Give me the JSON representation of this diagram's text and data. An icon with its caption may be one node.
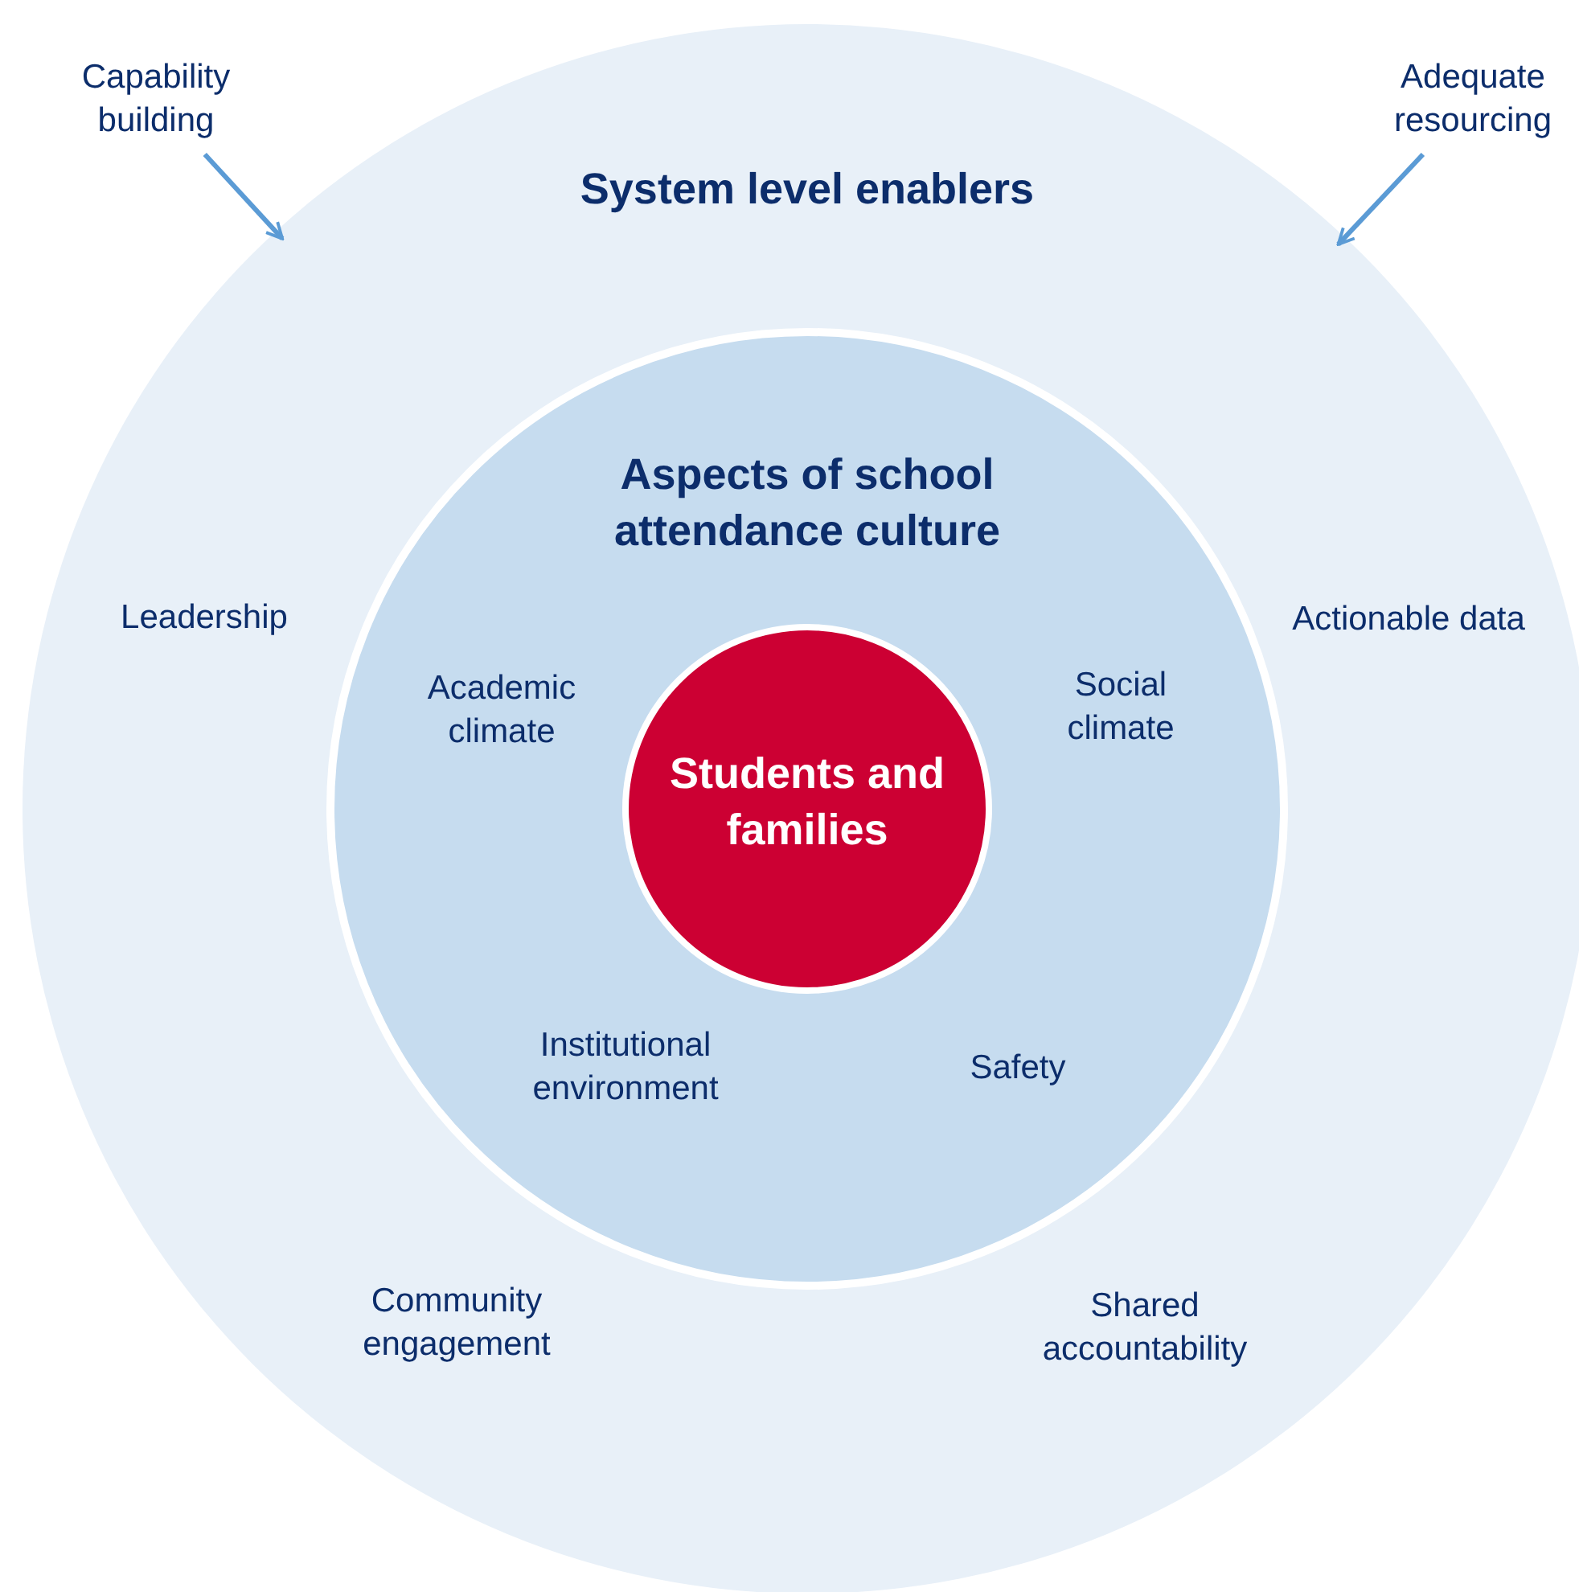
{
  "diagram": {
    "nodes": [
      {
        "text": [
          "System level enablers",
          "Leadership",
          "Actionable data",
          "Community engagement",
          "Shared accountability"
        ]
      },
      {
        "text": [
          "Aspects of school attendance culture",
          "Academic climate",
          "Social climate",
          "Institutional environment",
          "Safety"
        ],
        "in": 0
      },
      {
        "text": [
          "Students and families"
        ],
        "in": 1
      },
      {
        "text": [
          "Capability building"
        ]
      },
      {
        "text": [
          "Adequate resourcing"
        ]
      }
    ],
    "edges": [
      {
        "from": 3,
        "to": 0,
        "arrow": "to"
      },
      {
        "from": 4,
        "to": 0,
        "arrow": "to"
      }
    ]
  }
}
